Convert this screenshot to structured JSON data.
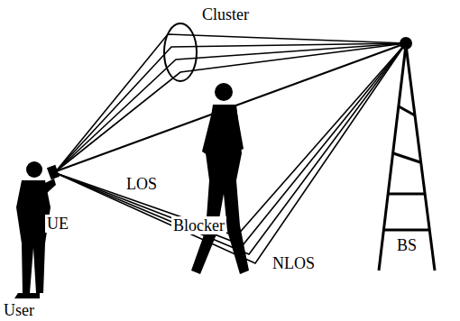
{
  "diagram": {
    "labels": [
      "Cluster",
      "LOS",
      "UE",
      "Blocker",
      "BS",
      "NLOS",
      "User"
    ]
  }
}
